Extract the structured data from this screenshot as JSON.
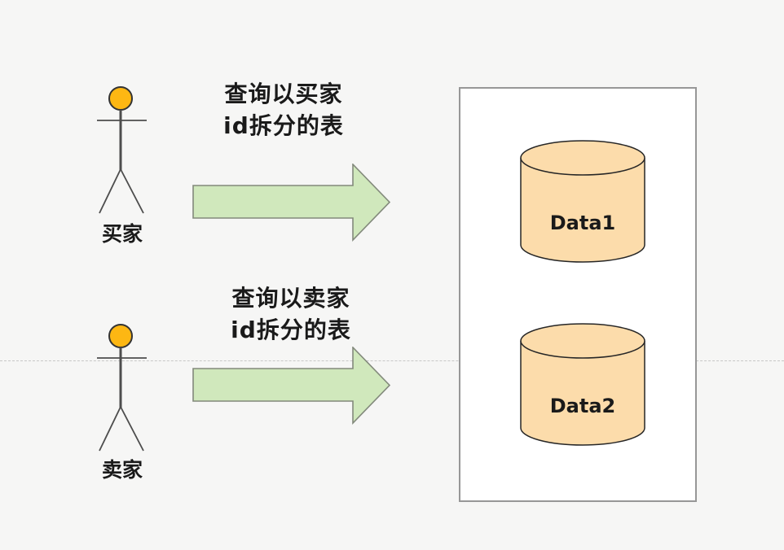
{
  "actors": [
    {
      "label": "买家"
    },
    {
      "label": "卖家"
    }
  ],
  "flows": [
    {
      "line1": "查询以买家",
      "line2": "id拆分的表"
    },
    {
      "line1": "查询以卖家",
      "line2": "id拆分的表"
    }
  ],
  "databases": [
    {
      "label": "Data1"
    },
    {
      "label": "Data2"
    }
  ],
  "colors": {
    "background": "#f6f6f5",
    "text": "#1a1a1a",
    "divider": "#c7c7c7",
    "container_fill": "#ffffff",
    "container_border": "#979797",
    "arrow_fill": "#d0e8bc",
    "arrow_stroke": "#82897b",
    "db_fill": "#fcdcab",
    "db_stroke": "#262626",
    "actor_head_fill": "#fdb713",
    "actor_head_stroke": "#333333",
    "actor_line": "#4d4d4d"
  }
}
